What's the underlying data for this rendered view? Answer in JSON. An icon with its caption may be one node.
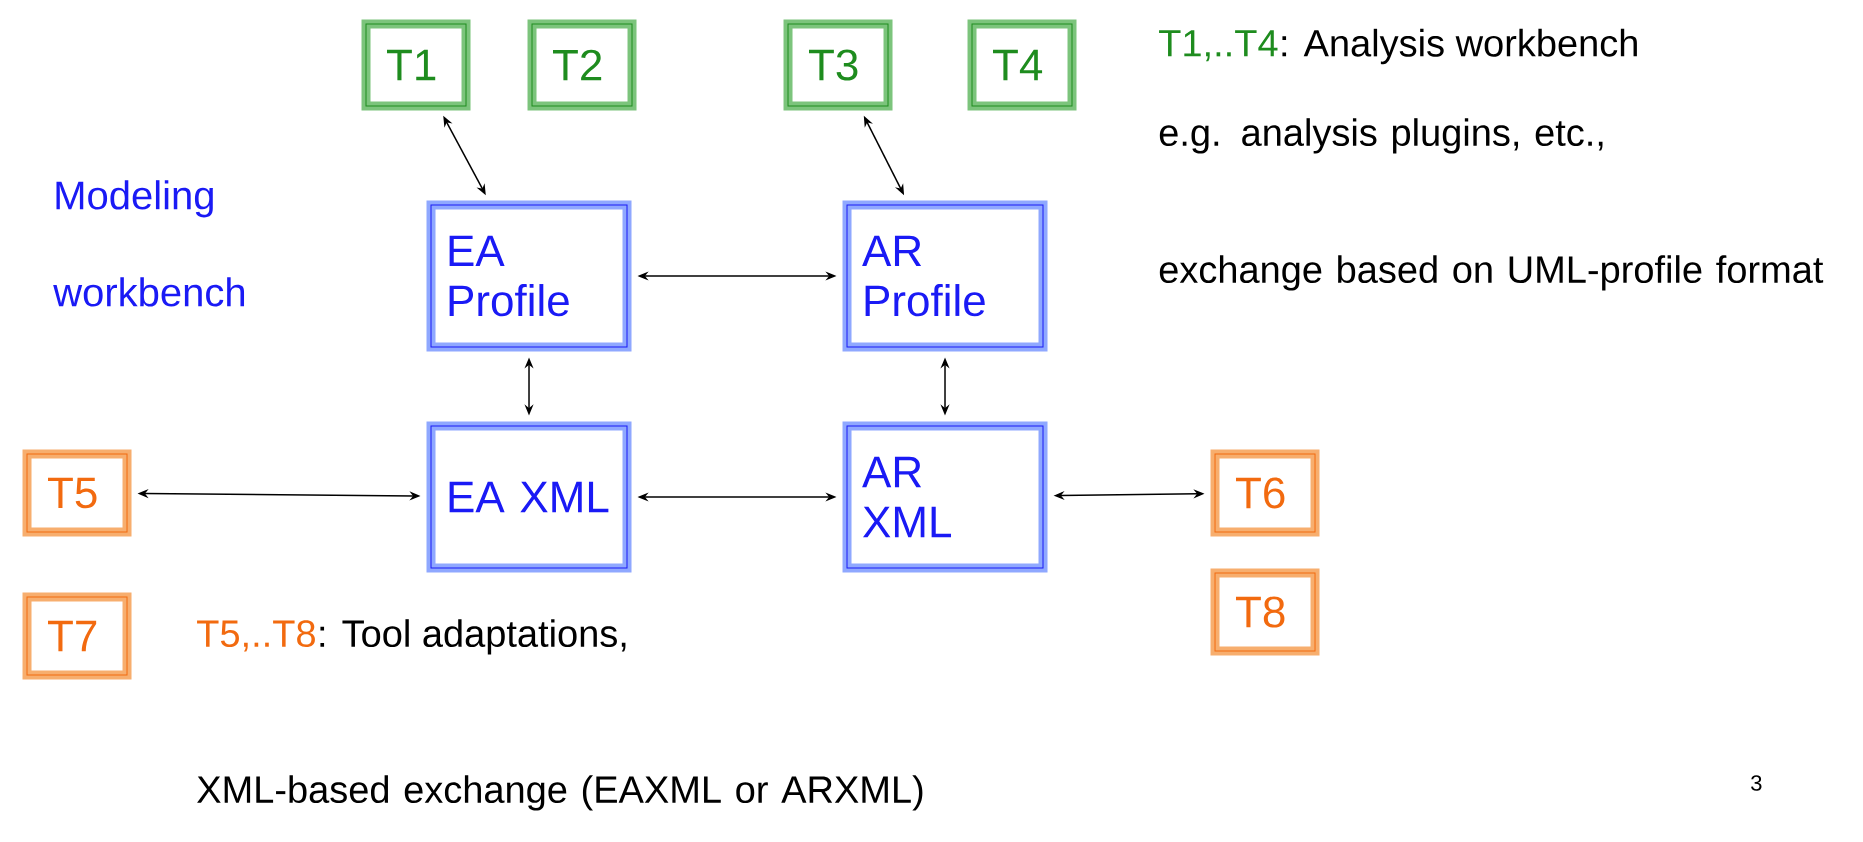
{
  "diagram": {
    "nodes": [
      {
        "text": [
          "T1"
        ]
      },
      {
        "text": [
          "T2"
        ]
      },
      {
        "text": [
          "T3"
        ]
      },
      {
        "text": [
          "T4"
        ]
      },
      {
        "text": [
          "EA Profile"
        ]
      },
      {
        "text": [
          "AR Profile"
        ]
      },
      {
        "text": [
          "EA XML"
        ]
      },
      {
        "text": [
          "AR XML"
        ]
      },
      {
        "text": [
          "T5"
        ]
      },
      {
        "text": [
          "T6"
        ]
      },
      {
        "text": [
          "T7"
        ]
      },
      {
        "text": [
          "T8"
        ]
      }
    ],
    "edges": [
      {
        "from": 0,
        "to": 4,
        "arrow": "both"
      },
      {
        "from": 2,
        "to": 5,
        "arrow": "both"
      },
      {
        "from": 4,
        "to": 5,
        "arrow": "both"
      },
      {
        "from": 4,
        "to": 6,
        "arrow": "both"
      },
      {
        "from": 5,
        "to": 7,
        "arrow": "both"
      },
      {
        "from": 8,
        "to": 6,
        "arrow": "both"
      },
      {
        "from": 6,
        "to": 7,
        "arrow": "both"
      },
      {
        "from": 7,
        "to": 9,
        "arrow": "both"
      }
    ],
    "labels": [
      "Modeling workbench",
      "T1,..T4",
      ": Analysis workbench",
      "e.g. analysis plugins, etc.,",
      "exchange based on UML-profile format",
      "T5,..T8",
      ": Tool adaptations,",
      "XML-based exchange (EAXML or ARXML)",
      "3"
    ]
  }
}
